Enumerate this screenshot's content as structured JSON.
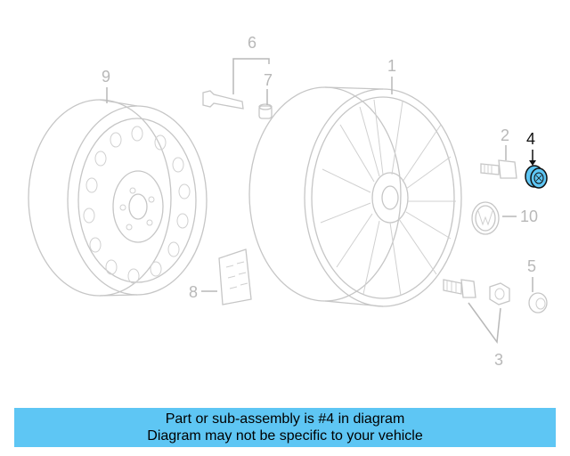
{
  "callouts": {
    "c1": "1",
    "c2": "2",
    "c3": "3",
    "c4": "4",
    "c5": "5",
    "c6": "6",
    "c7": "7",
    "c8": "8",
    "c9": "9",
    "c10": "10"
  },
  "highlighted_part": "4",
  "highlight_color": "#5ec6f4",
  "banner": {
    "line1": "Part or sub-assembly is #4 in diagram",
    "line2": "Diagram may not be specific to your vehicle",
    "background": "#5ec6f4"
  }
}
